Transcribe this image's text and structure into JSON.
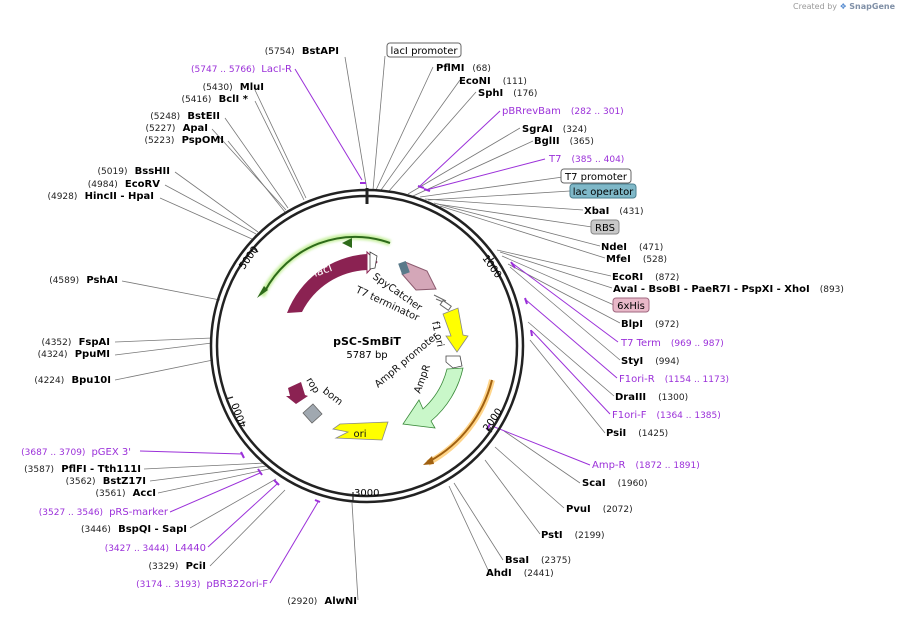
{
  "credit": {
    "prefix": "Created by",
    "brand": "SnapGene"
  },
  "plasmid": {
    "name": "pSC-SmBiT",
    "size": "5787 bp"
  },
  "ticks": [
    "1000",
    "2000",
    "3000",
    "4000",
    "5000"
  ],
  "colors": {
    "primer": "#9b30d9",
    "lacI": "#8b2252",
    "yellow": "#ffff00",
    "green": "#c9f7c9",
    "orange": "#f0a010"
  },
  "left_sites": [
    {
      "num": "(5754)",
      "name": "BstAPI"
    },
    {
      "num": "(5430)",
      "name": "MluI"
    },
    {
      "num": "(5416)",
      "name": "BclI *"
    },
    {
      "num": "(5248)",
      "name": "BstEII"
    },
    {
      "num": "(5227)",
      "name": "ApaI"
    },
    {
      "num": "(5223)",
      "name": "PspOMI"
    },
    {
      "num": "(5019)",
      "name": "BssHII"
    },
    {
      "num": "(4984)",
      "name": "EcoRV"
    },
    {
      "num": "(4928)",
      "name": "HincII - HpaI"
    },
    {
      "num": "(4589)",
      "name": "PshAI"
    },
    {
      "num": "(4352)",
      "name": "FspAI"
    },
    {
      "num": "(4324)",
      "name": "PpuMI"
    },
    {
      "num": "(4224)",
      "name": "Bpu10I"
    },
    {
      "num": "(3587)",
      "name": "PflFI - Tth111I"
    },
    {
      "num": "(3562)",
      "name": "BstZ17I"
    },
    {
      "num": "(3561)",
      "name": "AccI"
    },
    {
      "num": "(3446)",
      "name": "BspQI - SapI"
    },
    {
      "num": "(3329)",
      "name": "PciI"
    },
    {
      "num": "(2920)",
      "name": "AlwNI"
    }
  ],
  "right_sites": [
    {
      "name": "PflMI",
      "num": "(68)"
    },
    {
      "name": "EcoNI",
      "num": "(111)"
    },
    {
      "name": "SphI",
      "num": "(176)"
    },
    {
      "name": "SgrAI",
      "num": "(324)"
    },
    {
      "name": "BglII",
      "num": "(365)"
    },
    {
      "name": "XbaI",
      "num": "(431)"
    },
    {
      "name": "NdeI",
      "num": "(471)"
    },
    {
      "name": "MfeI",
      "num": "(528)"
    },
    {
      "name": "EcoRI",
      "num": "(872)"
    },
    {
      "name": "AvaI - BsoBI - PaeR7I - PspXI - XhoI",
      "num": "(893)"
    },
    {
      "name": "BlpI",
      "num": "(972)"
    },
    {
      "name": "StyI",
      "num": "(994)"
    },
    {
      "name": "DraIII",
      "num": "(1300)"
    },
    {
      "name": "PsiI",
      "num": "(1425)"
    },
    {
      "name": "ScaI",
      "num": "(1960)"
    },
    {
      "name": "PvuI",
      "num": "(2072)"
    },
    {
      "name": "PstI",
      "num": "(2199)"
    },
    {
      "name": "BsaI",
      "num": "(2375)"
    },
    {
      "name": "AhdI",
      "num": "(2441)"
    }
  ],
  "primers": [
    {
      "range": "(5747 .. 5766)",
      "name": "LacI-R"
    },
    {
      "name": "pBRrevBam",
      "range": "(282 .. 301)"
    },
    {
      "name": "T7",
      "range": "(385 .. 404)"
    },
    {
      "name": "T7 Term",
      "range": "(969 .. 987)"
    },
    {
      "name": "F1ori-R",
      "range": "(1154 .. 1173)"
    },
    {
      "name": "F1ori-F",
      "range": "(1364 .. 1385)"
    },
    {
      "name": "Amp-R",
      "range": "(1872 .. 1891)"
    },
    {
      "range": "(3687 .. 3709)",
      "name": "pGEX 3'"
    },
    {
      "range": "(3527 .. 3546)",
      "name": "pRS-marker"
    },
    {
      "range": "(3427 .. 3444)",
      "name": "L4440"
    },
    {
      "range": "(3174 .. 3193)",
      "name": "pBR322ori-F"
    }
  ],
  "boxed": [
    {
      "name": "lacI promoter"
    },
    {
      "name": "T7 promoter"
    },
    {
      "name": "lac operator"
    },
    {
      "name": "RBS"
    },
    {
      "name": "6xHis"
    }
  ],
  "features": {
    "lacI": "lacI",
    "spycatcher": "SpyCatcher",
    "t7term": "T7 terminator",
    "f1ori": "f1 ori",
    "amprpromoter": "AmpR promoter",
    "ampr": "AmpR",
    "rop": "rop",
    "bom": "bom",
    "ori": "ori"
  }
}
